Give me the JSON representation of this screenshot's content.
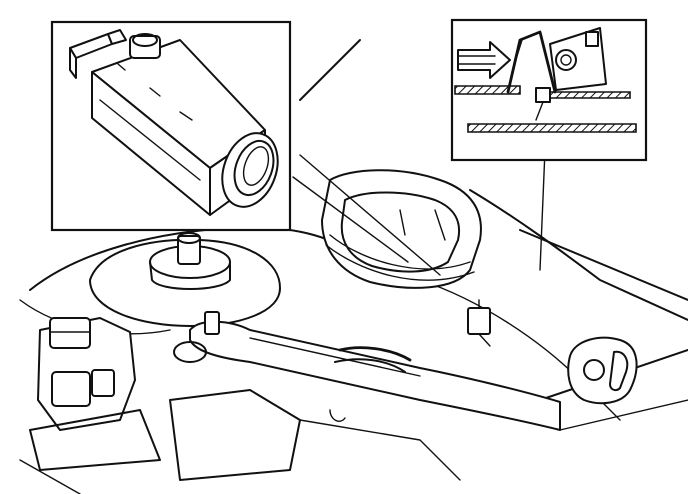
{
  "diagram": {
    "background_color": "#ffffff",
    "line_color": "#111111",
    "panels": [
      {
        "name": "detail-inset",
        "content": "sensor-unit-with-grommet"
      },
      {
        "name": "airflow-inset",
        "content": "airflow-arrow-and-bracket"
      },
      {
        "name": "main-view",
        "content": "engine-bay-cowl-area"
      }
    ],
    "icons": [
      "airflow-arrow-icon"
    ]
  }
}
